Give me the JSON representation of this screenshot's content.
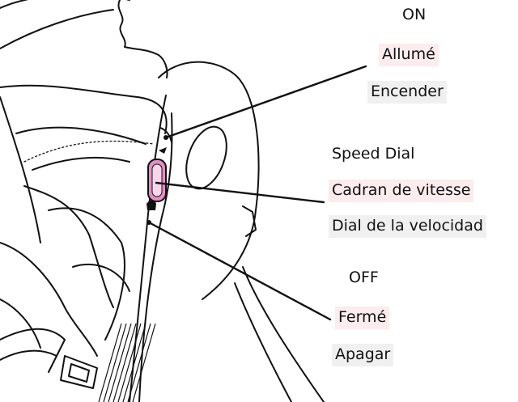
{
  "callouts": {
    "on": {
      "english": "ON",
      "french": "Allumé",
      "spanish": "Encender"
    },
    "speed_dial": {
      "english": "Speed Dial",
      "french": "Cadran de vitesse",
      "spanish": "Dial de la velocidad"
    },
    "off": {
      "english": "OFF",
      "french": "Fermé",
      "spanish": "Apagar"
    }
  },
  "colors": {
    "line_art": "#111111",
    "dial_highlight": "#e48ec4",
    "french_label_background": "#fcecee",
    "spanish_label_background": "#f0f0f0"
  }
}
